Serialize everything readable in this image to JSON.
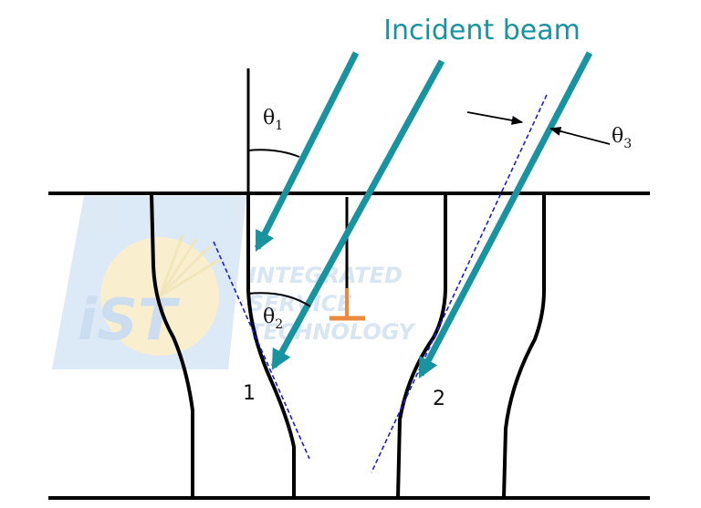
{
  "diagram": {
    "title": "Incident beam",
    "angles": [
      {
        "symbol": "θ",
        "index": "1"
      },
      {
        "symbol": "θ",
        "index": "2"
      },
      {
        "symbol": "θ",
        "index": "3"
      }
    ],
    "sidewall_labels": [
      "1",
      "2"
    ]
  },
  "watermark": {
    "logo_text": "iST",
    "lines": [
      "INTEGRATED",
      "SERVICE",
      "TECHNOLOGY"
    ]
  },
  "colors": {
    "beam": "#1893A0",
    "structure": "#000000",
    "tangent": "#1A1AE6",
    "marker": "#E98A3E",
    "watermark_blue": "#C9DCF1",
    "watermark_gold": "#F6E7B5"
  }
}
